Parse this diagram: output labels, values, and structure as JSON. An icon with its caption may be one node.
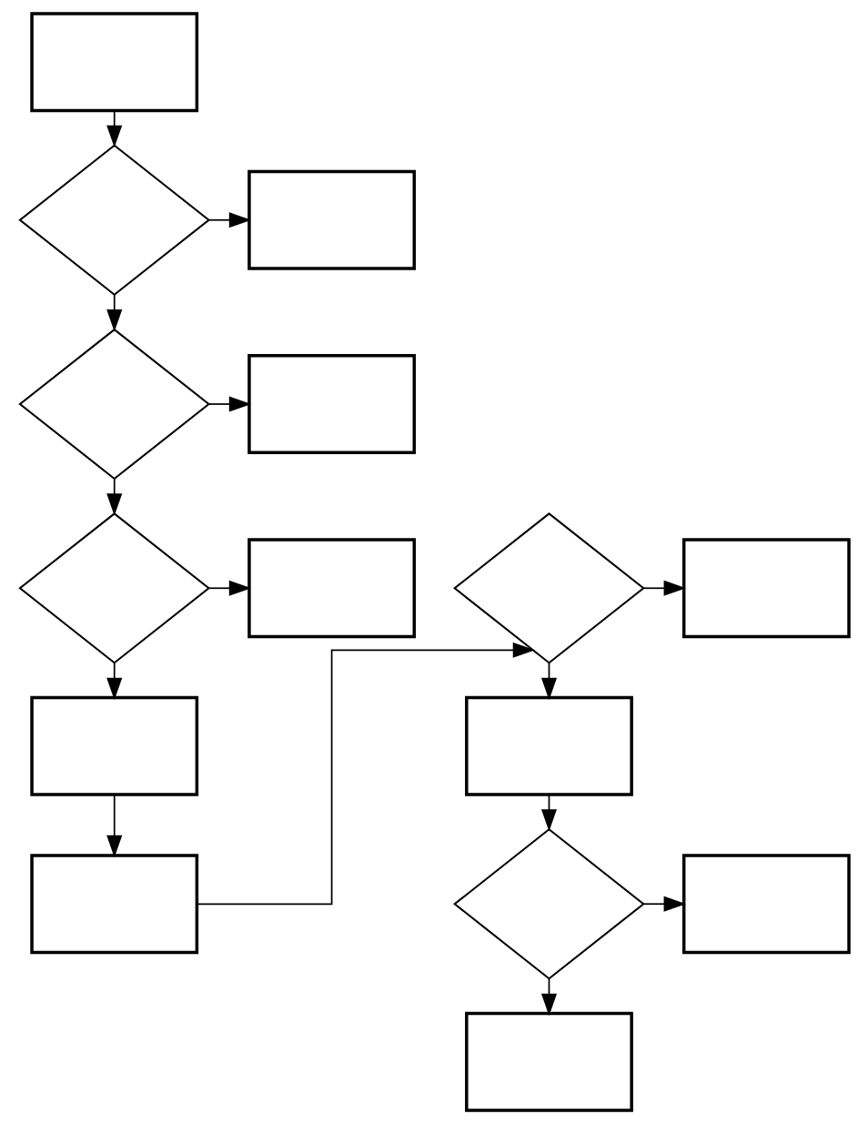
{
  "diagram": {
    "nodes": [
      {
        "text": [],
        "shape": "box"
      },
      {
        "text": [],
        "shape": "diamond"
      },
      {
        "text": [],
        "shape": "box"
      },
      {
        "text": [],
        "shape": "diamond"
      },
      {
        "text": [],
        "shape": "box"
      },
      {
        "text": [],
        "shape": "diamond"
      },
      {
        "text": [],
        "shape": "box"
      },
      {
        "text": [],
        "shape": "diamond"
      },
      {
        "text": [],
        "shape": "box"
      },
      {
        "text": [],
        "shape": "box"
      },
      {
        "text": [],
        "shape": "box"
      },
      {
        "text": [],
        "shape": "box"
      },
      {
        "text": [],
        "shape": "diamond"
      },
      {
        "text": [],
        "shape": "box"
      },
      {
        "text": [],
        "shape": "box"
      }
    ],
    "edges": [
      {
        "from": 0,
        "to": 1,
        "arrow": "to"
      },
      {
        "from": 1,
        "to": 2,
        "arrow": "to"
      },
      {
        "from": 1,
        "to": 3,
        "arrow": "to"
      },
      {
        "from": 3,
        "to": 4,
        "arrow": "to"
      },
      {
        "from": 3,
        "to": 5,
        "arrow": "to"
      },
      {
        "from": 5,
        "to": 6,
        "arrow": "to"
      },
      {
        "from": 5,
        "to": 9,
        "arrow": "to"
      },
      {
        "from": 9,
        "to": 11,
        "arrow": "to"
      },
      {
        "from": 11,
        "to": 7,
        "arrow": "to"
      },
      {
        "from": 7,
        "to": 8,
        "arrow": "to"
      },
      {
        "from": 7,
        "to": 10,
        "arrow": "to"
      },
      {
        "from": 10,
        "to": 12,
        "arrow": "to"
      },
      {
        "from": 12,
        "to": 13,
        "arrow": "to"
      },
      {
        "from": 12,
        "to": 14,
        "arrow": "to"
      }
    ]
  }
}
